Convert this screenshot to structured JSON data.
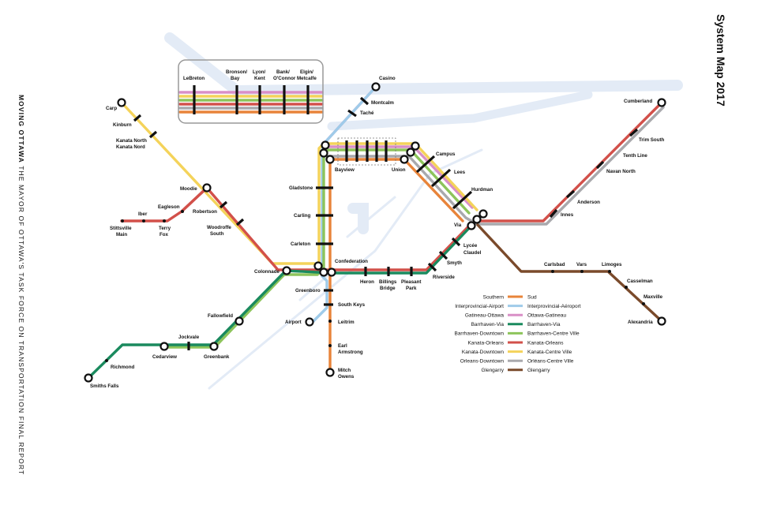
{
  "header": {
    "side_title_bold": "MOVING OTTAWA",
    "side_title_rest": "THE MAYOR OF OTTAWA'S TASK FORCE ON TRANSPORTATION FINAL REPORT",
    "map_title": "System Map 2017"
  },
  "colors": {
    "background_roads": "#e3ebf6",
    "Southern": "#e8843a",
    "Interprovincial-Airport": "#9fcbe9",
    "Gatineau-Ottawa": "#d98fc7",
    "Barrhaven-Via": "#1a8a5e",
    "Barrhaven-Downtown": "#8dc45b",
    "Kanata-Orleans": "#d2504a",
    "Kanata-Downtown": "#f4d35a",
    "Orleans-Downtown": "#a9a9ad",
    "Glengarry": "#7a4a2b"
  },
  "stations": {
    "casino": "Casino",
    "montcalm": "Montcalm",
    "tache": "Taché",
    "lebreton": "LeBreton",
    "bronson_bay": [
      "Bronson/",
      "Bay"
    ],
    "lyon_kent": [
      "Lyon/",
      "Kent"
    ],
    "bank_oconnor": [
      "Bank/",
      "O'Connor"
    ],
    "elgin_metcalfe": [
      "Elgin/",
      "Metcalfe"
    ],
    "bayview": "Bayview",
    "union": "Union",
    "campus": "Campus",
    "lees": "Lees",
    "hurdman": "Hurdman",
    "via": "Via",
    "innes": "Innes",
    "anderson": "Anderson",
    "navan_north": "Navan North",
    "tenth_line": "Tenth Line",
    "trim_south": "Trim South",
    "cumberland": "Cumberland",
    "carp": "Carp",
    "kinburn": "Kinburn",
    "kanata_north": [
      "Kanata North",
      "Kanata Nord"
    ],
    "moodie": "Moodie",
    "robertson": "Robertson",
    "eagleson": "Eagleson",
    "iber": "Iber",
    "stittsville": [
      "Stittsville",
      "Main"
    ],
    "terry_fox": [
      "Terry",
      "Fox"
    ],
    "woodroffe_south": [
      "Woodroffe",
      "South"
    ],
    "gladstone": "Gladstone",
    "carling": "Carling",
    "carleton": "Carleton",
    "confederation": "Confederation",
    "colonnade": "Colonnade",
    "greenboro": "Greenboro",
    "heron": "Heron",
    "billings_bridge": [
      "Billings",
      "Bridge"
    ],
    "pleasant_park": [
      "Pleasant",
      "Park"
    ],
    "riverside": "Riverside",
    "smyth": "Smyth",
    "lycee_claudel": [
      "Lycée",
      "Claudel"
    ],
    "south_keys": "South Keys",
    "airport": "Airport",
    "leitrim": "Leitrim",
    "earl_armstrong": [
      "Earl",
      "Armstrong"
    ],
    "mitch_owens": [
      "Mitch",
      "Owens"
    ],
    "fallowfield": "Fallowfield",
    "jockvale": "Jockvale",
    "cedarview": "Cedarview",
    "greenbank": "Greenbank",
    "richmond": "Richmond",
    "smiths_falls": "Smiths Falls",
    "carlsbad": "Carlsbad",
    "vars": "Vars",
    "limoges": "Limoges",
    "casselman": "Casselman",
    "maxville": "Maxville",
    "alexandria": "Alexandria"
  },
  "legend": [
    {
      "en": "Southern",
      "fr": "Sud",
      "color": "#e8843a"
    },
    {
      "en": "Interprovincial-Airport",
      "fr": "Interprovincial-Aéroport",
      "color": "#9fcbe9"
    },
    {
      "en": "Gatineau-Ottawa",
      "fr": "Ottawa-Gatineau",
      "color": "#d98fc7"
    },
    {
      "en": "Barrhaven-Via",
      "fr": "Barrhaven-Via",
      "color": "#1a8a5e"
    },
    {
      "en": "Barrhaven-Downtown",
      "fr": "Barrhaven-Centre Ville",
      "color": "#8dc45b"
    },
    {
      "en": "Kanata-Orleans",
      "fr": "Kanata-Orleans",
      "color": "#d2504a"
    },
    {
      "en": "Kanata-Downtown",
      "fr": "Kanata-Centre Ville",
      "color": "#f4d35a"
    },
    {
      "en": "Orleans-Downtown",
      "fr": "Orléans-Centre Ville",
      "color": "#a9a9ad"
    },
    {
      "en": "Glengarry",
      "fr": "Glengarry",
      "color": "#7a4a2b"
    }
  ]
}
